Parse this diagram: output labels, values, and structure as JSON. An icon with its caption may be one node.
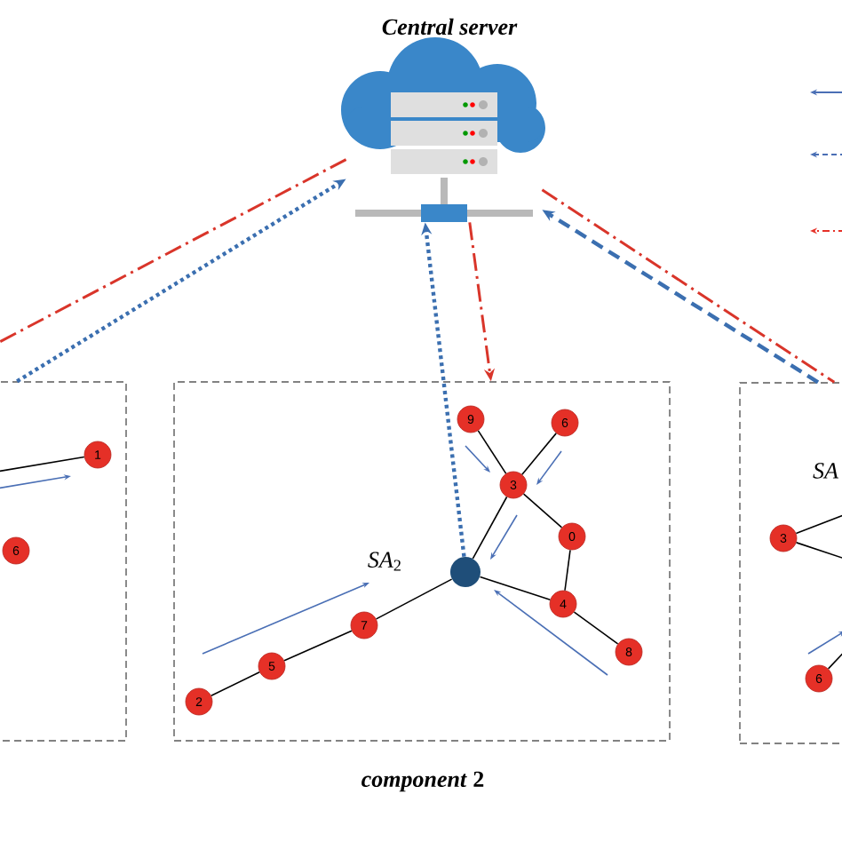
{
  "diagram": {
    "nodes": [
      {
        "text": [
          "Central server"
        ]
      },
      {
        "text": [],
        "shape": "box"
      },
      {
        "text": [
          "1"
        ],
        "in": 1
      },
      {
        "text": [
          "6"
        ],
        "in": 1
      },
      {
        "text": [],
        "shape": "box",
        "beside": [
          "*component* 2"
        ]
      },
      {
        "text": [
          "9"
        ],
        "in": 4
      },
      {
        "text": [
          "6"
        ],
        "in": 4
      },
      {
        "text": [
          "3"
        ],
        "in": 4
      },
      {
        "text": [
          "0"
        ],
        "in": 4
      },
      {
        "text": [],
        "shape": "circle",
        "beside": [
          "*SA*$_{2}$"
        ],
        "in": 4
      },
      {
        "text": [
          "4"
        ],
        "in": 4
      },
      {
        "text": [
          "8"
        ],
        "in": 4
      },
      {
        "text": [
          "7"
        ],
        "in": 4
      },
      {
        "text": [
          "5"
        ],
        "in": 4
      },
      {
        "text": [
          "2"
        ],
        "in": 4
      },
      {
        "text": [],
        "shape": "box"
      },
      {
        "text": [
          "3"
        ],
        "in": 15
      },
      {
        "text": [
          "6"
        ],
        "in": 15
      }
    ],
    "edges": [
      {
        "from": null,
        "to": 2,
        "arrow": "none"
      },
      {
        "from": 5,
        "to": 7,
        "arrow": "none"
      },
      {
        "from": 6,
        "to": 7,
        "arrow": "none"
      },
      {
        "from": 7,
        "to": 8,
        "arrow": "none"
      },
      {
        "from": 8,
        "to": 10,
        "arrow": "none"
      },
      {
        "from": 10,
        "to": 11,
        "arrow": "none"
      },
      {
        "from": 7,
        "to": 9,
        "arrow": "none"
      },
      {
        "from": 9,
        "to": 10,
        "arrow": "none"
      },
      {
        "from": 9,
        "to": 12,
        "arrow": "none"
      },
      {
        "from": 12,
        "to": 13,
        "arrow": "none"
      },
      {
        "from": 13,
        "to": 14,
        "arrow": "none"
      },
      {
        "from": 16,
        "to": null,
        "arrow": "none"
      },
      {
        "from": 16,
        "to": null,
        "arrow": "none"
      },
      {
        "from": 17,
        "to": null,
        "arrow": "none"
      },
      {
        "from": 0,
        "to": null,
        "arrow": "none",
        "style": "dashed",
        "color": "#d9352a"
      },
      {
        "from": 1,
        "to": 0,
        "arrow": "to",
        "style": "dashed",
        "color": "#3b6fb0"
      },
      {
        "from": 9,
        "to": 0,
        "arrow": "to",
        "style": "dashed",
        "color": "#3b6fb0"
      },
      {
        "from": 0,
        "to": 4,
        "arrow": "to",
        "style": "dashed",
        "color": "#d9352a"
      },
      {
        "from": 15,
        "to": 0,
        "arrow": "to",
        "style": "dashed",
        "color": "#3b6fb0"
      },
      {
        "from": 0,
        "to": 15,
        "arrow": "none",
        "style": "dashed",
        "color": "#d9352a"
      }
    ],
    "labels": [
      "SA"
    ]
  }
}
